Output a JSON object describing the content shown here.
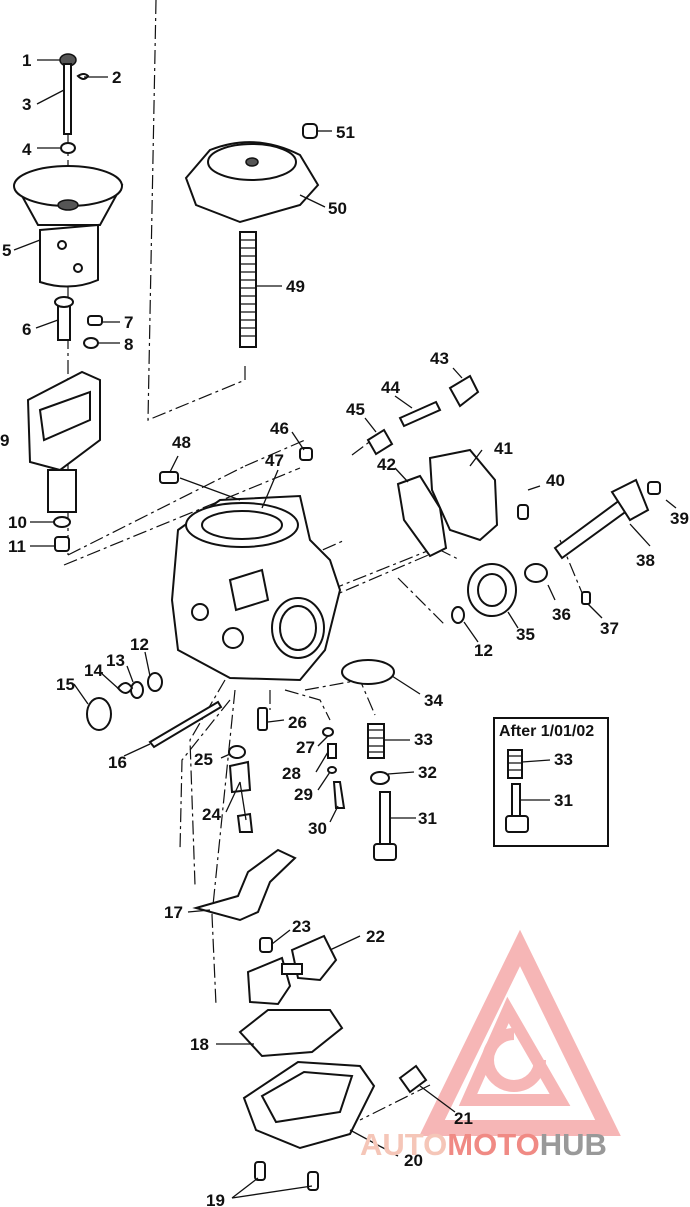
{
  "labels": {
    "n1": "1",
    "n2": "2",
    "n3": "3",
    "n4": "4",
    "n5": "5",
    "n6": "6",
    "n7": "7",
    "n8": "8",
    "n9": "9",
    "n10": "10",
    "n11": "11",
    "n12a": "12",
    "n12b": "12",
    "n13": "13",
    "n14": "14",
    "n15": "15",
    "n16": "16",
    "n17": "17",
    "n18": "18",
    "n19": "19",
    "n20": "20",
    "n21": "21",
    "n22": "22",
    "n23": "23",
    "n24": "24",
    "n25": "25",
    "n26": "26",
    "n27": "27",
    "n28": "28",
    "n29": "29",
    "n30": "30",
    "n31": "31",
    "n32": "32",
    "n33": "33",
    "n34": "34",
    "n35": "35",
    "n36": "36",
    "n37": "37",
    "n38": "38",
    "n39": "39",
    "n40": "40",
    "n41": "41",
    "n42": "42",
    "n43": "43",
    "n44": "44",
    "n45": "45",
    "n46": "46",
    "n47": "47",
    "n48": "48",
    "n49": "49",
    "n50": "50",
    "n51": "51"
  },
  "inset": {
    "title": "After 1/01/02",
    "label_33": "33",
    "label_31": "31"
  },
  "watermark": {
    "part1": "AUTO",
    "part2": "MOTO",
    "part3": "HUB",
    "color1": "#f5c6b8",
    "color2": "#f08a84",
    "color3": "#999999"
  }
}
